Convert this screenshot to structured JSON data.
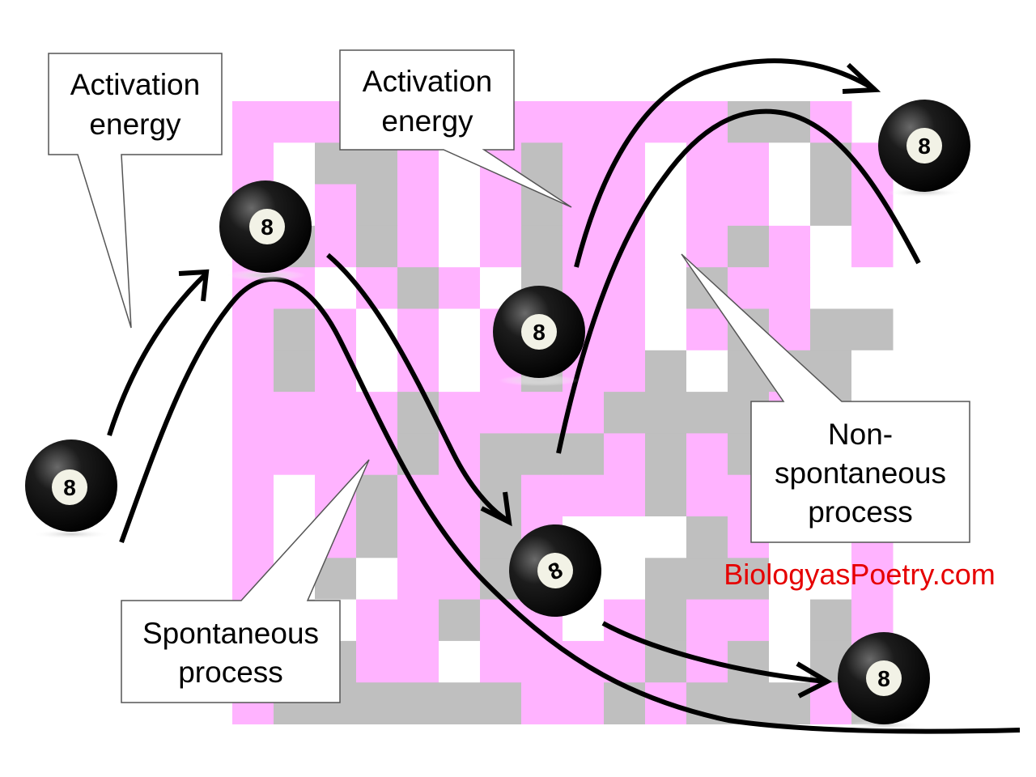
{
  "labels": {
    "activation_left_line1": "Activation",
    "activation_left_line2": "energy",
    "activation_mid_line1": "Activation",
    "activation_mid_line2": "energy",
    "spontaneous_line1": "Spontaneous",
    "spontaneous_line2": "process",
    "nonspontaneous_line1": "Non-",
    "nonspontaneous_line2": "spontaneous",
    "nonspontaneous_line3": "process"
  },
  "credit": "BiologyasPoetry.com",
  "ball_number": "8",
  "colors": {
    "pattern_pink": "#ffb3ff",
    "pattern_gray": "#bfbfbf",
    "credit_red": "#e60000",
    "curve": "#000000"
  }
}
